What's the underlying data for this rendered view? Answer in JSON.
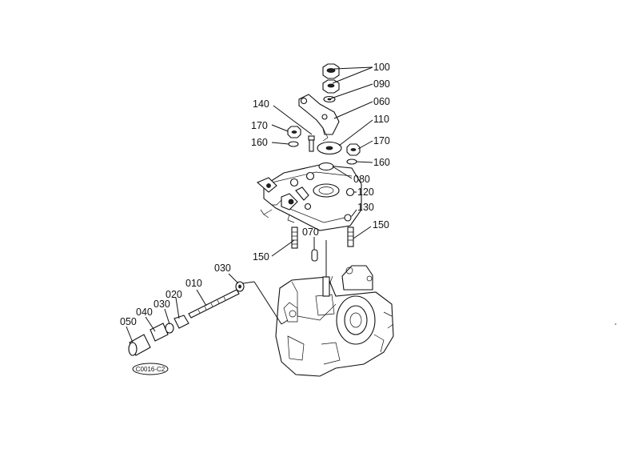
{
  "diagram_code": "C0016-C2",
  "callouts": {
    "p100": "100",
    "p090": "090",
    "p060": "060",
    "p110": "110",
    "p140": "140",
    "p170a": "170",
    "p160a": "160",
    "p170b": "170",
    "p160b": "160",
    "p080": "080",
    "p120": "120",
    "p130": "130",
    "p150a": "150",
    "p070": "070",
    "p150b": "150",
    "p030a": "030",
    "p010": "010",
    "p020": "020",
    "p030b": "030",
    "p040": "040",
    "p050": "050"
  }
}
